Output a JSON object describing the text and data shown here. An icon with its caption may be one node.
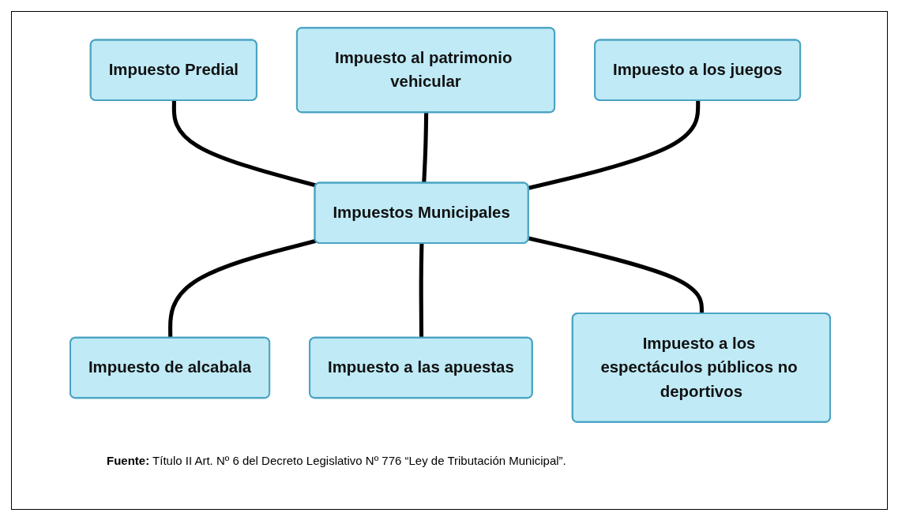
{
  "diagram": {
    "caption": "**Fuente:** Título II Art. Nº 6 del Decreto Legislativo Nº 776 “Ley de Tributación Municipal”.",
    "nodes": [
      {
        "text": [
          "Impuesto Predial"
        ]
      },
      {
        "text": [
          "Impuesto al patrimonio vehicular"
        ]
      },
      {
        "text": [
          "Impuesto a los juegos"
        ]
      },
      {
        "text": [
          "Impuestos Municipales"
        ]
      },
      {
        "text": [
          "Impuesto de alcabala"
        ]
      },
      {
        "text": [
          "Impuesto a las apuestas"
        ]
      },
      {
        "text": [
          "Impuesto a los espectáculos públicos no deportivos"
        ]
      }
    ],
    "edges": [
      {
        "from": 0,
        "to": 3,
        "arrow": "none"
      },
      {
        "from": 1,
        "to": 3,
        "arrow": "none"
      },
      {
        "from": 2,
        "to": 3,
        "arrow": "none"
      },
      {
        "from": 3,
        "to": 4,
        "arrow": "none"
      },
      {
        "from": 3,
        "to": 5,
        "arrow": "none"
      },
      {
        "from": 3,
        "to": 6,
        "arrow": "none"
      }
    ]
  }
}
